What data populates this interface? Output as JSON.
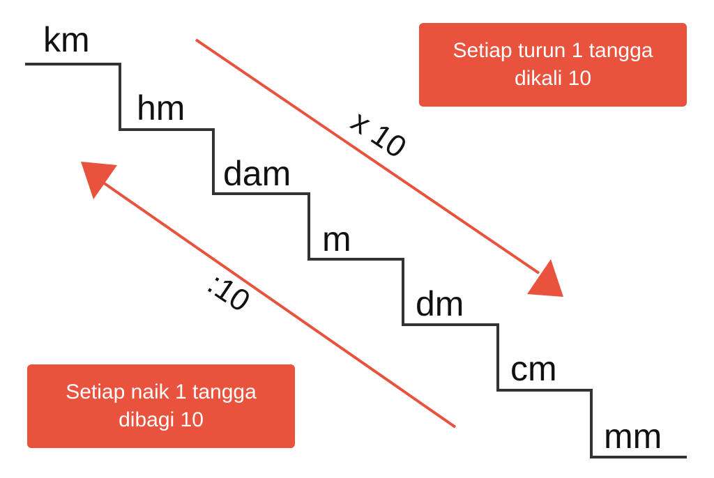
{
  "colors": {
    "accent": "#e9533e",
    "stair": "#333333",
    "text": "#111111",
    "box_text": "#ffffff"
  },
  "units": [
    "km",
    "hm",
    "dam",
    "m",
    "dm",
    "cm",
    "mm"
  ],
  "arrows": {
    "down_label": "x 10",
    "up_label": ":10"
  },
  "boxes": {
    "down": {
      "line1": "Setiap turun 1 tangga",
      "line2": "dikali 10"
    },
    "up": {
      "line1": "Setiap naik 1 tangga",
      "line2": "dibagi 10"
    }
  }
}
